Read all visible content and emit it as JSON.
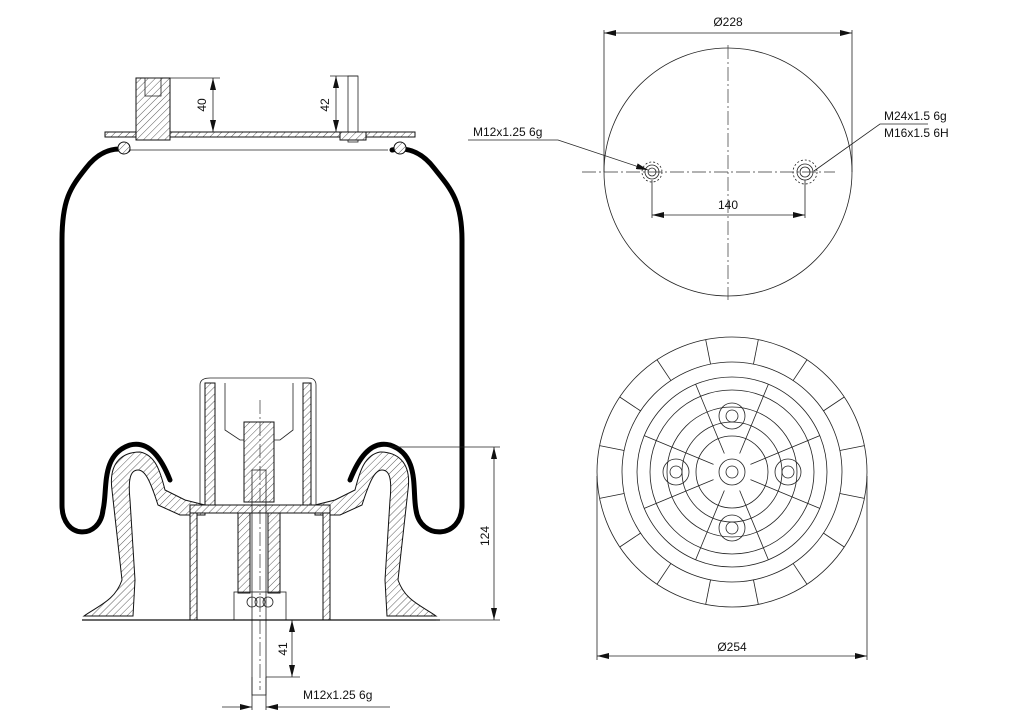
{
  "title": "Air spring technical drawing",
  "side_view": {
    "dim_top_left_stud": "40",
    "dim_top_right_stud": "42",
    "dim_piston_height": "124",
    "dim_bottom_stud": "41",
    "bottom_thread": "M12x1.25 6g"
  },
  "top_view": {
    "diameter": "Ø228",
    "hole_spacing": "140",
    "left_thread": "M12x1.25 6g",
    "right_thread_outer": "M24x1.5 6g",
    "right_thread_inner": "M16x1.5 6H"
  },
  "bottom_view": {
    "diameter": "Ø254"
  }
}
